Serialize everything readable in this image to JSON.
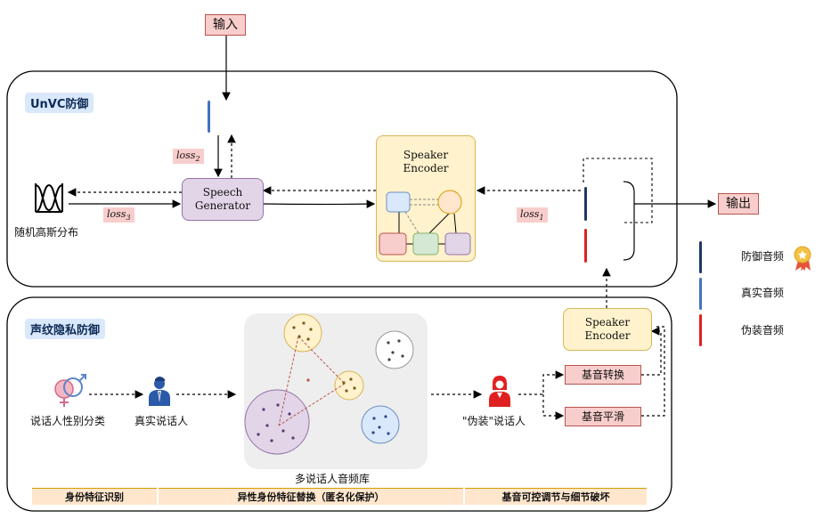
{
  "input_label": "输入",
  "output_label": "输出",
  "top_section": {
    "title": "UnVC防御"
  },
  "bottom_section": {
    "title": "声纹隐私防御"
  },
  "speech_generator": {
    "line1": "Speech",
    "line2": "Generator"
  },
  "speaker_encoder_top": {
    "line1": "Speaker",
    "line2": "Encoder"
  },
  "speaker_encoder_bottom": {
    "line1": "Speaker",
    "line2": "Encoder"
  },
  "losses": {
    "loss2": "loss",
    "loss2_sub": "2",
    "loss3": "loss",
    "loss3_sub": "3",
    "loss1": "loss",
    "loss1_sub": "1"
  },
  "gaussian_label": "随机高斯分布",
  "legend": [
    {
      "label": "防御音频",
      "color": "#1f3864",
      "icon": "waveform-icon"
    },
    {
      "label": "真实音频",
      "color": "#4472c4",
      "icon": "waveform-icon"
    },
    {
      "label": "伪装音频",
      "color": "#e02020",
      "icon": "waveform-icon"
    }
  ],
  "bottom_flow": {
    "gender_label": "说话人性别分类",
    "real_speaker_label": "真实说话人",
    "database_label": "多说话人音频库",
    "fake_speaker_label": "\"伪装\"说话人",
    "pitch_shift": "基音转换",
    "pitch_smooth": "基音平滑"
  },
  "footer": [
    "身份特征识别",
    "异性身份特征替换（匿名化保护）",
    "基音可控调节与细节破坏"
  ],
  "colors": {
    "dark_blue": "#1f3864",
    "blue": "#4472c4",
    "red": "#e02020",
    "pink": "#f8cecc",
    "purple": "#e1d5e7",
    "yellow": "#fff2cc"
  }
}
